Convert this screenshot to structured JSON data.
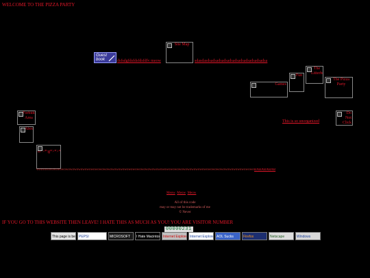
{
  "header": {
    "welcome": "WELCOME TO THE PIZZA PARTY"
  },
  "guestbook": {
    "line1": "Guest",
    "line2": "book"
  },
  "links": {
    "dfdsf": "dsfsdgfdsfdsfdsfdfv meow",
    "sdasd": "sdasdasdsadsadsadsadsadsadsadsadsadsadsa",
    "site_map": "Site Map",
    "fun": "Fun",
    "litterbox": "The Litterbox",
    "games": "Games",
    "pizza_party": "The Pizza Party",
    "unorganized": "This is so unorganized",
    "do_not_click": "Do Not Click",
    "forbidden": "Forbidden Area",
    "about": "About",
    "bla": "B*>*:g*>*>*"
  },
  "marquee_text": "wowowowowowowowowowowowowowowowowowowowowowowowowowowowowowowowowowowowowowowowowowowowowowowowowowowowowowowowowowowowowowowowowowowowowowowowo",
  "marquee_tail": "BABABABAB",
  "meow_links": [
    "Meow",
    "Meow",
    "Meow"
  ],
  "footer": {
    "line1": "All of this code",
    "line2": "may or may not be trademarks of me",
    "line3": "© Never",
    "visitor_text": "IF YOU GO TO THIS WEBSITE THEN LEAVE! I HATE THIS AS MUCH AS YOU! YOU ARE VISITOR NUMBER",
    "counter": "00000231"
  },
  "badges": [
    {
      "name": "best-viewed-badge",
      "label": "This page is best viewed with",
      "bg": "#e4e4e4",
      "fg": "#000000"
    },
    {
      "name": "pepsi-badge",
      "label": "PEPSI",
      "bg": "#ffffff",
      "fg": "#1d3f9a"
    },
    {
      "name": "microsoft-badge",
      "label": "MICROSOFT",
      "bg": "#1a1a1a",
      "fg": "#ffffff"
    },
    {
      "name": "hate-macintosh-badge",
      "label": "I Hate Macintosh",
      "bg": "#000000",
      "fg": "#ffffff"
    },
    {
      "name": "ie-badge",
      "label": "Internet Explorer",
      "bg": "#c0c0c0",
      "fg": "#cc0000"
    },
    {
      "name": "ie-badge-2",
      "label": "Internet Explorer",
      "bg": "#ffffff",
      "fg": "#1a3f9a"
    },
    {
      "name": "aol-sucks-badge",
      "label": "AOL Sucks",
      "bg": "#3a63c8",
      "fg": "#ffffff"
    },
    {
      "name": "firefox-badge",
      "label": "Firefox",
      "bg": "#1c2e70",
      "fg": "#ff9a1a"
    },
    {
      "name": "netscape-badge",
      "label": "Netscape",
      "bg": "#dddddd",
      "fg": "#1e5a1e"
    },
    {
      "name": "windows-badge",
      "label": "Windows",
      "bg": "#d8d8d8",
      "fg": "#1a3f9a"
    }
  ],
  "colors": {
    "background": "#000000",
    "accent": "#e8182a"
  }
}
